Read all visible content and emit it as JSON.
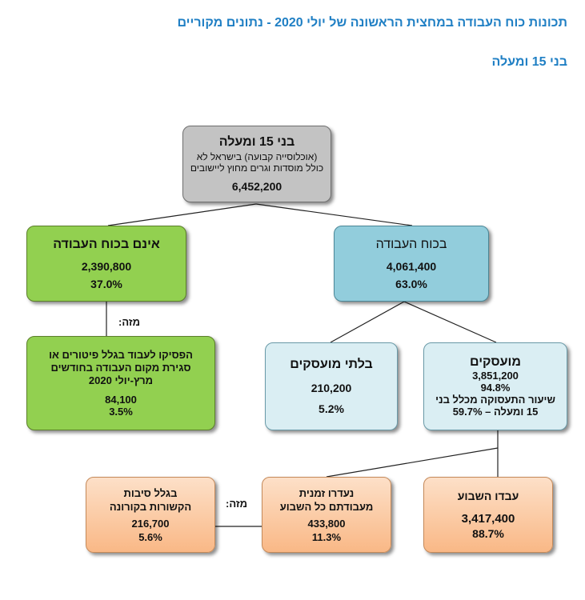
{
  "header": {
    "title": "תכונות כוח העבודה במחצית הראשונה של יולי 2020 - נתונים מקוריים",
    "subtitle": "בני 15 ומעלה"
  },
  "nodes": {
    "root": {
      "title": "בני 15 ומעלה",
      "desc1": "(אוכלוסייה קבועה) בישראל לא",
      "desc2": "כולל מוסדות וגרים מחוץ ליישובים",
      "value": "6,452,200"
    },
    "not_in_labor": {
      "title": "אינם בכוח העבודה",
      "value": "2,390,800",
      "pct": "37.0%"
    },
    "in_labor": {
      "title": "בכוח העבודה",
      "value": "4,061,400",
      "pct": "63.0%"
    },
    "stopped_working": {
      "line1": "הפסיקו לעבוד בגלל פיטורים או",
      "line2": "סגירת מקום העבודה בחודשים",
      "line3": "מרץ-יולי 2020",
      "value": "84,100",
      "pct": "3.5%"
    },
    "unemployed": {
      "title": "בלתי מועסקים",
      "value": "210,200",
      "pct": "5.2%"
    },
    "employed": {
      "title": "מועסקים",
      "value": "3,851,200",
      "pct": "94.8%",
      "rate1": "שיעור התעסוקה מכלל בני",
      "rate2": "15 ומעלה – 59.7%"
    },
    "worked_week": {
      "title": "עבדו השבוע",
      "value": "3,417,400",
      "pct": "88.7%"
    },
    "temp_absent": {
      "line1": "נעדרו זמנית",
      "line2": "מעבודתם כל השבוע",
      "value": "433,800",
      "pct": "11.3%"
    },
    "corona": {
      "line1": "בגלל סיבות",
      "line2": "הקשורות בקורונה",
      "value": "216,700",
      "pct": "5.6%"
    }
  },
  "labels": {
    "of_which_1": "מזה:",
    "of_which_2": "מזה:"
  },
  "colors": {
    "title_blue": "#1f7fc4",
    "root_gray": "#c3c3c3",
    "green": "#92d050",
    "blue": "#92cddc",
    "light_blue": "#daeef3",
    "peach": "#f9b886"
  }
}
